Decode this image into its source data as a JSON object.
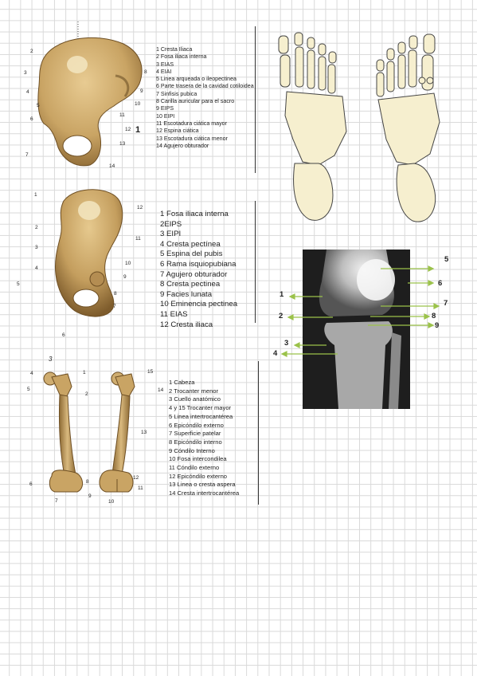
{
  "section1": {
    "items": [
      "1 Cresta Iliaca",
      "2 Fosa iliaca interna",
      "3 EIAS",
      "4 EIAI",
      "5 Linea arqueada o ileopectinea",
      "6 Parte trasera de la cavidad cotiloidea",
      "7 Sinfisis pubica",
      "8 Carilla auricular para el sacro",
      "9 EIPS",
      "10 EIPI",
      "11 Escotadura ciática mayor",
      "12 Espina ciática",
      "13 Escotadura ciática menor",
      "14 Agujero obturador"
    ],
    "side_mark": "1",
    "labels": [
      "1",
      "2",
      "3",
      "4",
      "5",
      "6",
      "7",
      "8",
      "9",
      "10",
      "11",
      "12",
      "13",
      "14"
    ]
  },
  "section2": {
    "items": [
      "1 Fosa iliaca interna",
      "2EIPS",
      "3 EIPI",
      "4 Cresta pectínea",
      "5 Espina del pubis",
      "6 Rama isquiopubiana",
      "7 Agujero obturador",
      "8 Cresta pectinea",
      "9 Facies lunata",
      "10 Eminencia pectinea",
      "11 EIAS",
      "12 Cresta iliaca"
    ],
    "labels": [
      "1",
      "2",
      "3",
      "4",
      "5",
      "6",
      "7",
      "8",
      "9",
      "10",
      "11",
      "12"
    ]
  },
  "section3": {
    "items": [
      "1 Cabeza",
      "2 Trocanter menor",
      "3 Cuello anatómico",
      "4 y 15 Trocanter mayor",
      "5 Linea intertrocantérea",
      "6 Epicóndilo externo",
      "7 Superficie patelar",
      "8 Epicóndilo interno",
      "9 Cóndilo Interno",
      "10 Fosa intercondilea",
      "11 Cóndilo externo",
      "12 Epicóndilo externo",
      "13 Linea o cresta aspera",
      "14 Cresta intertrocantérea"
    ],
    "labels": [
      "3",
      "4",
      "1",
      "15",
      "5",
      "2",
      "14",
      "13",
      "6",
      "8",
      "12",
      "11",
      "9",
      "7",
      "10"
    ]
  },
  "knee": {
    "labels": [
      "5",
      "6",
      "1",
      "7",
      "2",
      "8",
      "9",
      "3",
      "4"
    ]
  },
  "colors": {
    "bone": "#d4b27a",
    "bone_dark": "#7a5a2e",
    "arrow": "#9bc24a",
    "xray_bg": "#1e1e1e",
    "foot_fill": "#f6efcf"
  }
}
